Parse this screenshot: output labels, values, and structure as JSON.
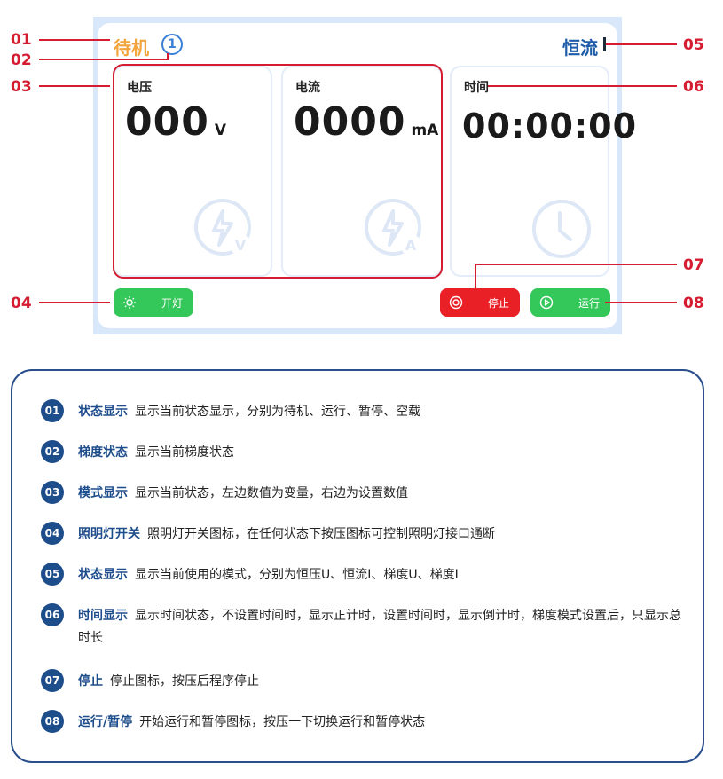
{
  "screen": {
    "status": "待机",
    "gradient_state": "1",
    "mode": "恒流",
    "voltage": {
      "label": "电压",
      "value": "000",
      "unit": "V"
    },
    "current": {
      "label": "电流",
      "value": "0000",
      "unit": "mA"
    },
    "time": {
      "label": "时间",
      "value": "00:00:00"
    },
    "buttons": {
      "light": "开灯",
      "stop": "停止",
      "run": "运行"
    }
  },
  "callouts": [
    "01",
    "02",
    "03",
    "04",
    "05",
    "06",
    "07",
    "08"
  ],
  "legend": [
    {
      "num": "01",
      "title": "状态显示",
      "desc": "显示当前状态显示，分别为待机、运行、暂停、空载"
    },
    {
      "num": "02",
      "title": "梯度状态",
      "desc": "显示当前梯度状态"
    },
    {
      "num": "03",
      "title": "模式显示",
      "desc": "显示当前状态，左边数值为变量，右边为设置数值"
    },
    {
      "num": "04",
      "title": "照明灯开关",
      "desc": "照明灯开关图标，在任何状态下按压图标可控制照明灯接口通断"
    },
    {
      "num": "05",
      "title": "状态显示",
      "desc": "显示当前使用的模式，分别为恒压U、恒流I、梯度U、梯度I"
    },
    {
      "num": "06",
      "title": "时间显示",
      "desc": "显示时间状态，不设置时间时，显示正计时，设置时间时，显示倒计时，梯度模式设置后，只显示总时长"
    },
    {
      "num": "07",
      "title": "停止",
      "desc": "停止图标，按压后程序停止"
    },
    {
      "num": "08",
      "title": "运行/暂停",
      "desc": "开始运行和暂停图标，按压一下切换运行和暂停状态"
    }
  ],
  "colors": {
    "callout_red": "#d51c30",
    "status_orange": "#f4a43c",
    "mode_blue": "#1d5ca8",
    "run_green": "#34c75a",
    "stop_red": "#ea2027",
    "badge_blue": "#1e4d8c"
  }
}
